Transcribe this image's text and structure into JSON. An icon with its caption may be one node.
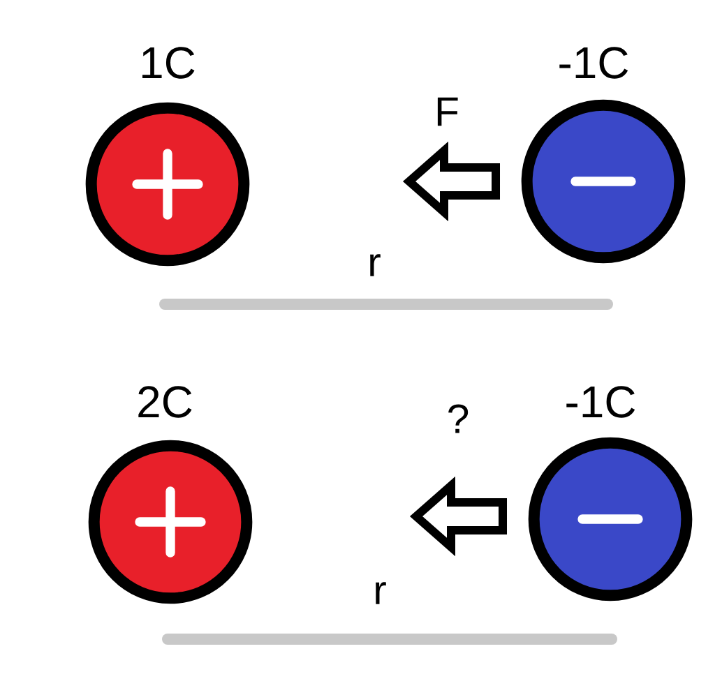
{
  "diagram": {
    "nodes": [
      {
        "text": [
          "1C"
        ]
      },
      {
        "text": [
          "-1C"
        ]
      },
      {
        "text": [
          "2C"
        ]
      },
      {
        "text": [
          "-1C"
        ]
      }
    ],
    "labels": [
      "F",
      "r",
      "?",
      "r"
    ]
  }
}
